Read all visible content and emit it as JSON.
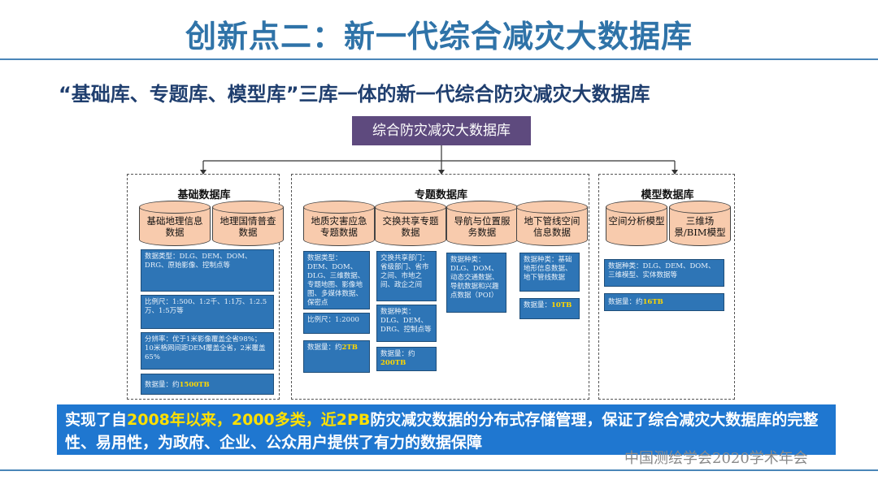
{
  "slide": {
    "title": "创新点二：新一代综合减灾大数据库",
    "subtitle": "“基础库、专题库、模型库”三库一体的新一代综合防灾减灾大数据库",
    "root_label": "综合防灾减灾大数据库",
    "groups": {
      "basic": {
        "title": "基础数据库",
        "cylinders": [
          "基础地理信息数据",
          "地理国情普查数据"
        ],
        "info": {
          "types": "数据类型：DLG、DEM、DOM、DRG、原始影像、控制点等",
          "scale": "比例尺：1:500、1:2千、1:1万、1:2.5万、1:5万等",
          "resolution": "分辨率：优于1米影像覆盖全省98%；10米格网间距DEM覆盖全省，2米覆盖65%",
          "volume_prefix": "数据量：约",
          "volume_value": "1500TB"
        }
      },
      "thematic": {
        "title": "专题数据库",
        "cylinders": [
          "地质灾害应急专题数据",
          "交换共享专题数据",
          "导航与位置服务数据",
          "地下管线空间信息数据"
        ],
        "col1": {
          "types": "数据类型：DEM、DOM、DLG、三维数据、专题地图、影像地图、多媒体数据、保密点",
          "scale": "比例尺：1:2000",
          "volume_prefix": "数据量：约",
          "volume_value": "2TB"
        },
        "col2": {
          "sources": "交换共享部门：省级部门、省市之间、市地之间、政企之间",
          "types": "数据种类：DLG、DEM、DRG、控制点等",
          "volume_prefix": "数据量：约",
          "volume_value": "200TB"
        },
        "col3": {
          "types": "数据种类：DLG、DOM、动态交通数据、导航数据和兴趣点数据（POI）"
        },
        "col4": {
          "types": "数据种类：基础地形信息数据、地下管线数据",
          "volume_prefix": "数据量：",
          "volume_value": "10TB"
        }
      },
      "model": {
        "title": "模型数据库",
        "cylinders": [
          "空间分析模型",
          "三维场景/BIM模型"
        ],
        "info": {
          "types": "数据种类：DLG、DEM、DOM、三维模型、实体数据等",
          "volume_prefix": "数据量：约",
          "volume_value": "16TB"
        }
      }
    },
    "banner": {
      "p1": "实现了自",
      "y1": "2008年以来，2000多类，",
      "p2": "近2PB",
      "p3": "防灾减灾数据的分布式存储管理，保证了综合减灾大数据库的完整性、易用性，为政府、企业、公众用户提供了有力的数据保障"
    },
    "footer": "中国测绘学会2020学术年会"
  },
  "colors": {
    "title": "#2F73A8",
    "root_box": "#5E4A7E",
    "cylinder": "#F8CBAD",
    "info_box": "#2E75B6",
    "highlight": "#FFD700",
    "banner": "#1F77D0"
  }
}
